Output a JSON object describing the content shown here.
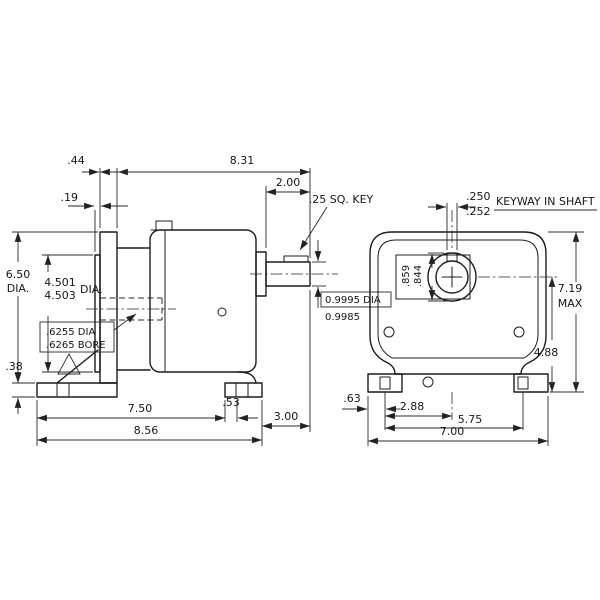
{
  "colors": {
    "ink": "#1c1c1c",
    "background": "#ffffff"
  },
  "drawing": {
    "side_view": {
      "flange_thickness": ".44",
      "overall_length": "8.31",
      "pilot_projection": ".19",
      "shaft_extension": "2.00",
      "key_callout": ".25 SQ. KEY",
      "flange_diameter": "6.50",
      "flange_diameter_suffix": "DIA.",
      "pilot_diameter_upper": "4.501",
      "pilot_diameter_lower": "4.503",
      "pilot_diameter_suffix": "DIA.",
      "bore_callout_line1": ".6255 DIA",
      "bore_callout_line2": ".6265 BORE",
      "shaft_diameter_boxed": "0.9995 DIA",
      "shaft_diameter_lower": "0.9985",
      "base_thickness": ".38",
      "foot_length": "7.50",
      "foot_pad": ".53",
      "base_overall": "8.56",
      "shaft_to_base": "3.00"
    },
    "end_view": {
      "keyway_width_upper": ".250",
      "keyway_width_lower": ".252",
      "keyway_note": "KEYWAY IN SHAFT",
      "key_height_upper": ".859",
      "key_height_lower": ".844",
      "overall_height": "7.19",
      "overall_height_suffix": "MAX",
      "shaft_center_height": "4.88",
      "slot_offset": ".63",
      "center_to_slot": "2.88",
      "slot_spacing": "5.75",
      "feet_width": "7.00"
    }
  }
}
